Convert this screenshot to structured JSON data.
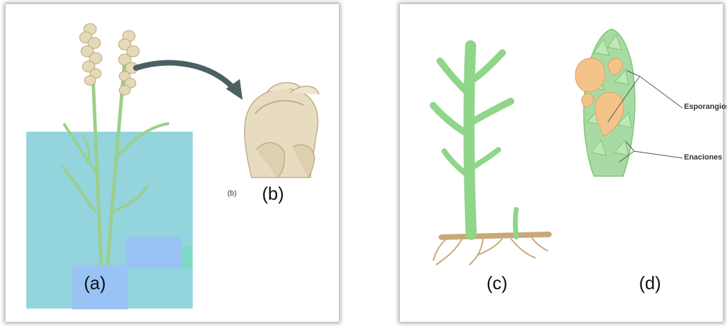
{
  "panels": {
    "left": {
      "label_a": "(a)",
      "label_b": "(b)",
      "label_b_small": "(b)"
    },
    "right": {
      "label_c": "(c)",
      "label_d": "(d)",
      "callout_sporangia": "Esporangios",
      "callout_enations": "Enaciones"
    }
  },
  "colors": {
    "teal_overlay": "#93d4dd",
    "blue_overlay": "#99c2f5",
    "plant_green": "#8fd68a",
    "strobilus_beige": "#e6d9b8",
    "sporangium_orange": "#f4c38a"
  }
}
